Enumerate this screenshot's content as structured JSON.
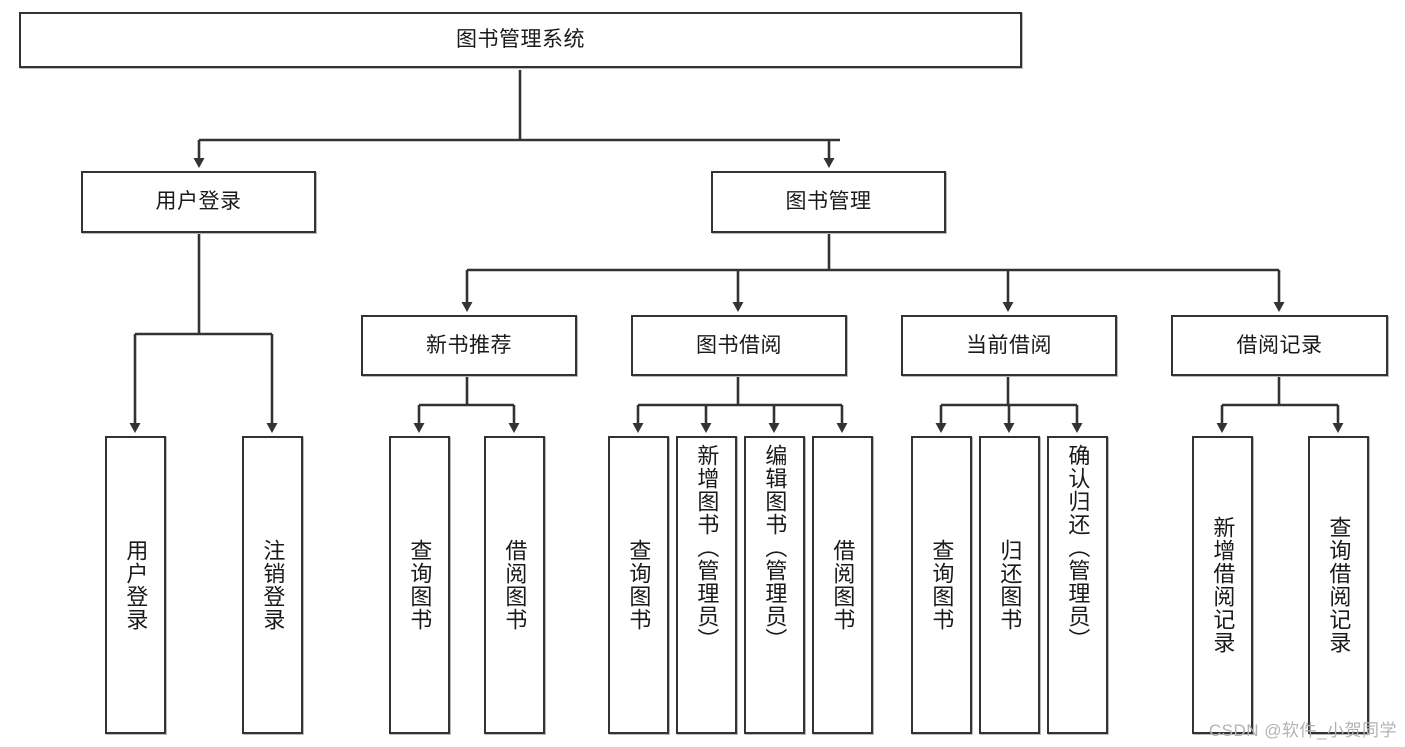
{
  "diagram": {
    "type": "tree",
    "title": "图书管理系统",
    "watermark": "CSDN @软件_小贺同学",
    "colors": {
      "box_border": "#333333",
      "box_fill": "#ffffff",
      "edge": "#333333",
      "text": "#1a1a1a",
      "watermark": "#b3b3b3"
    },
    "root": {
      "label": "图书管理系统"
    },
    "level2": [
      {
        "label": "用户登录"
      },
      {
        "label": "图书管理"
      }
    ],
    "level3": [
      {
        "label": "新书推荐"
      },
      {
        "label": "图书借阅"
      },
      {
        "label": "当前借阅"
      },
      {
        "label": "借阅记录"
      }
    ],
    "leaves": {
      "user_login": [
        {
          "label": "用户登录"
        },
        {
          "label": "注销登录"
        }
      ],
      "new_book_recommend": [
        {
          "label": "查询图书"
        },
        {
          "label": "借阅图书"
        }
      ],
      "book_borrow": [
        {
          "label": "查询图书"
        },
        {
          "label": "新增图书（管理员）"
        },
        {
          "label": "编辑图书（管理员）"
        },
        {
          "label": "借阅图书"
        }
      ],
      "current_borrow": [
        {
          "label": "查询图书"
        },
        {
          "label": "归还图书"
        },
        {
          "label": "确认归还（管理员）"
        }
      ],
      "borrow_record": [
        {
          "label": "新增借阅记录"
        },
        {
          "label": "查询借阅记录"
        }
      ]
    }
  }
}
